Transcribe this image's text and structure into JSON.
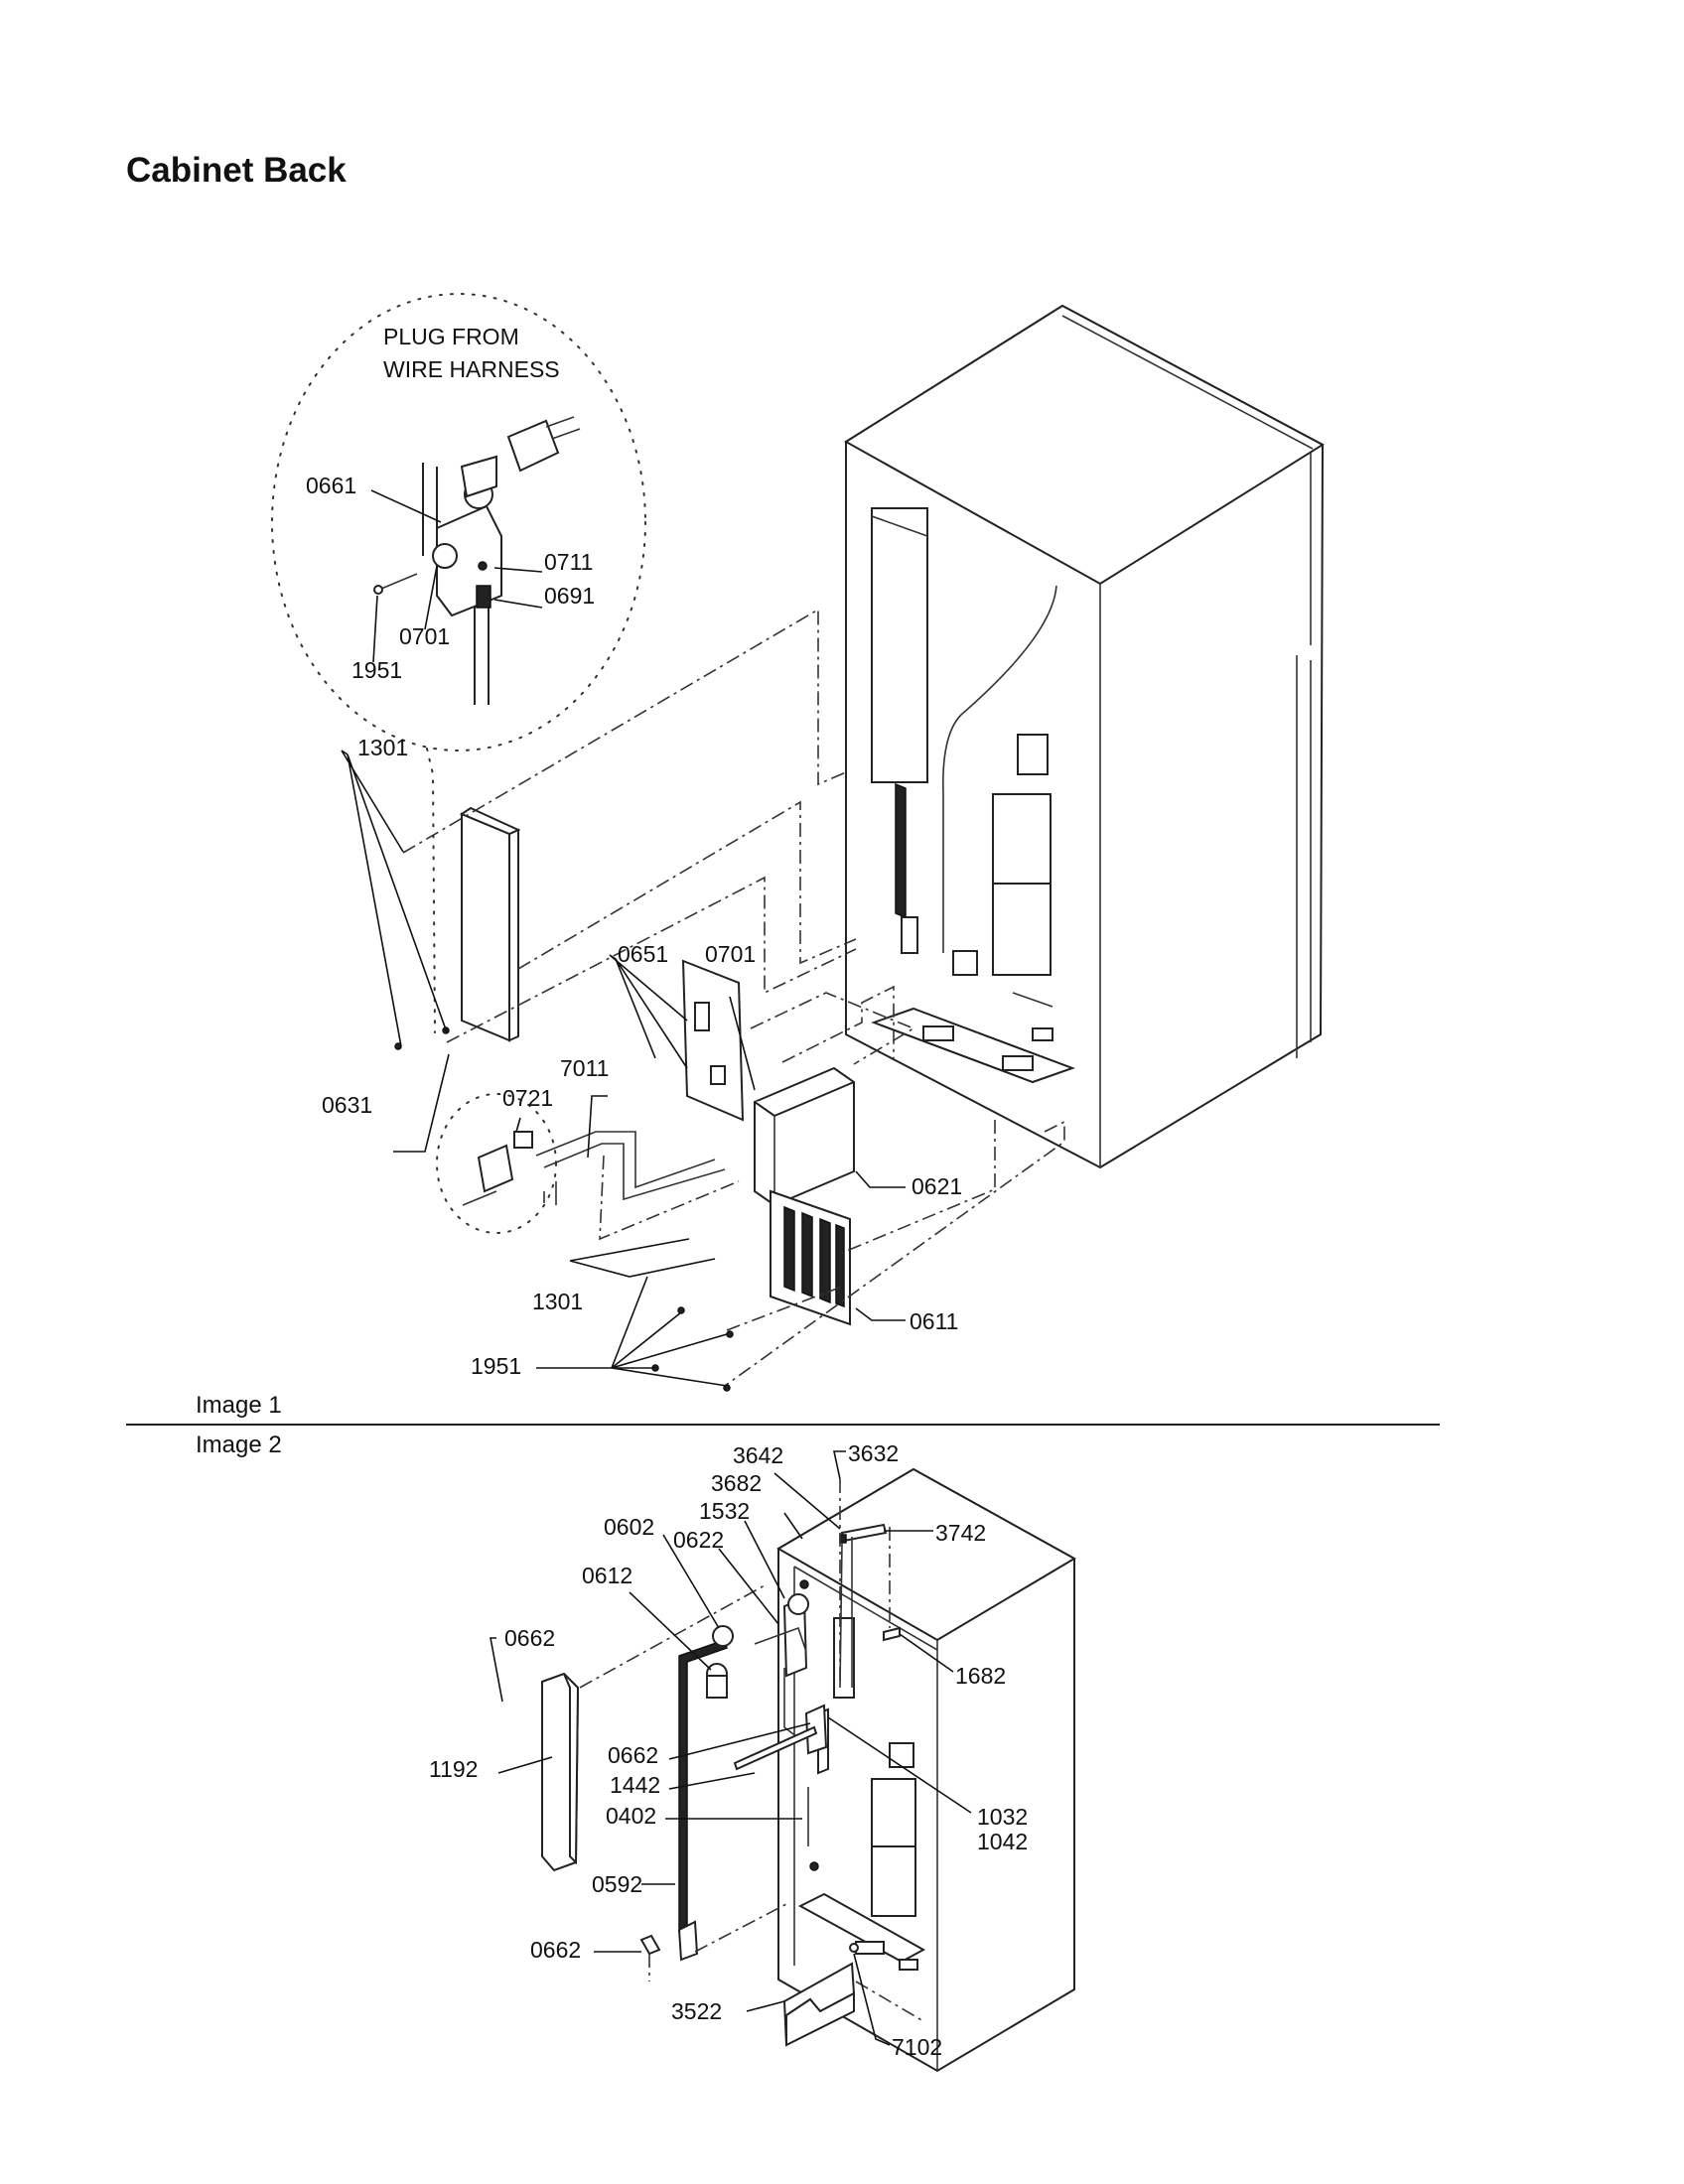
{
  "page": {
    "title": "Cabinet Back"
  },
  "image1": {
    "label": "Image 1",
    "note_lines": [
      "PLUG FROM",
      "WIRE HARNESS"
    ],
    "callouts": [
      "0661",
      "0711",
      "0691",
      "0701",
      "1951",
      "1301",
      "0651",
      "0701",
      "7011",
      "0721",
      "0631",
      "0621",
      "1301",
      "0611",
      "1951"
    ]
  },
  "image2": {
    "label": "Image 2",
    "callouts": [
      "3642",
      "3632",
      "3682",
      "1532",
      "3742",
      "0602",
      "0622",
      "0612",
      "0662",
      "1682",
      "1192",
      "0662",
      "1442",
      "0402",
      "1032",
      "1042",
      "0592",
      "0662",
      "3522",
      "7102"
    ]
  }
}
